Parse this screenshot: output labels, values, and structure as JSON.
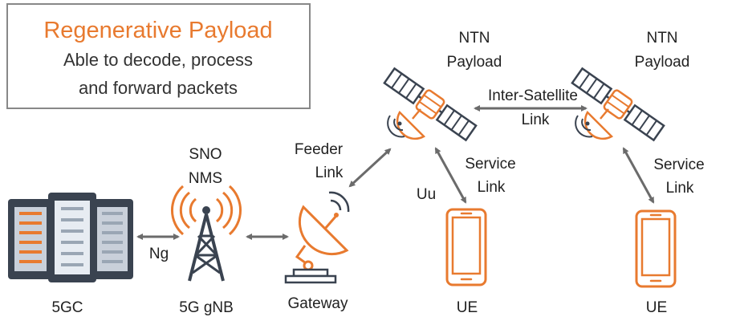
{
  "callout": {
    "title": "Regenerative Payload",
    "line1": "Able to decode, process",
    "line2": "and forward packets"
  },
  "nodes": {
    "core": "5GC",
    "gnb_top1": "SNO",
    "gnb_top2": "NMS",
    "gnb": "5G gNB",
    "gateway": "Gateway",
    "ue1": "UE",
    "ue2": "UE",
    "sat1_line1": "NTN",
    "sat1_line2": "Payload",
    "sat2_line1": "NTN",
    "sat2_line2": "Payload"
  },
  "links": {
    "ng": "Ng",
    "feeder1": "Feeder",
    "feeder2": "Link",
    "uu": "Uu",
    "isl1": "Inter-Satellite",
    "isl2": "Link",
    "service1_a": "Service",
    "service1_b": "Link",
    "service2_a": "Service",
    "service2_b": "Link"
  },
  "colors": {
    "accent": "#e87a2f",
    "dark": "#3a4350",
    "arrow": "#6b6b6b",
    "box_border": "#888888"
  }
}
